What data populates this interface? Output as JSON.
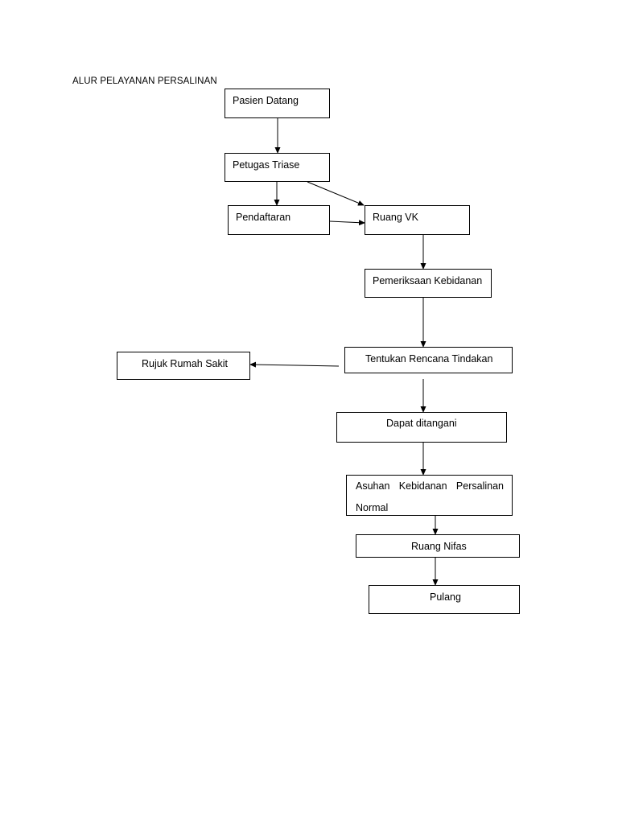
{
  "title": "ALUR PELAYANAN PERSALINAN",
  "nodes": {
    "pasien_datang": "Pasien Datang",
    "petugas_triase": "Petugas Triase",
    "pendaftaran": "Pendaftaran",
    "ruang_vk": "Ruang VK",
    "pemeriksaan_kebidanan": "Pemeriksaan Kebidanan",
    "tentukan_rencana_tindakan": "Tentukan Rencana Tindakan",
    "rujuk_rumah_sakit": "Rujuk Rumah Sakit",
    "dapat_ditangani": "Dapat ditangani",
    "asuhan_kebidanan_persalinan_normal": "Asuhan Kebidanan Persalinan Normal",
    "ruang_nifas": "Ruang Nifas",
    "pulang": "Pulang"
  },
  "edges": [
    [
      "pasien_datang",
      "petugas_triase"
    ],
    [
      "petugas_triase",
      "pendaftaran"
    ],
    [
      "petugas_triase",
      "ruang_vk"
    ],
    [
      "pendaftaran",
      "ruang_vk"
    ],
    [
      "ruang_vk",
      "pemeriksaan_kebidanan"
    ],
    [
      "pemeriksaan_kebidanan",
      "tentukan_rencana_tindakan"
    ],
    [
      "tentukan_rencana_tindakan",
      "rujuk_rumah_sakit"
    ],
    [
      "tentukan_rencana_tindakan",
      "dapat_ditangani"
    ],
    [
      "dapat_ditangani",
      "asuhan_kebidanan_persalinan_normal"
    ],
    [
      "asuhan_kebidanan_persalinan_normal",
      "ruang_nifas"
    ],
    [
      "ruang_nifas",
      "pulang"
    ]
  ]
}
